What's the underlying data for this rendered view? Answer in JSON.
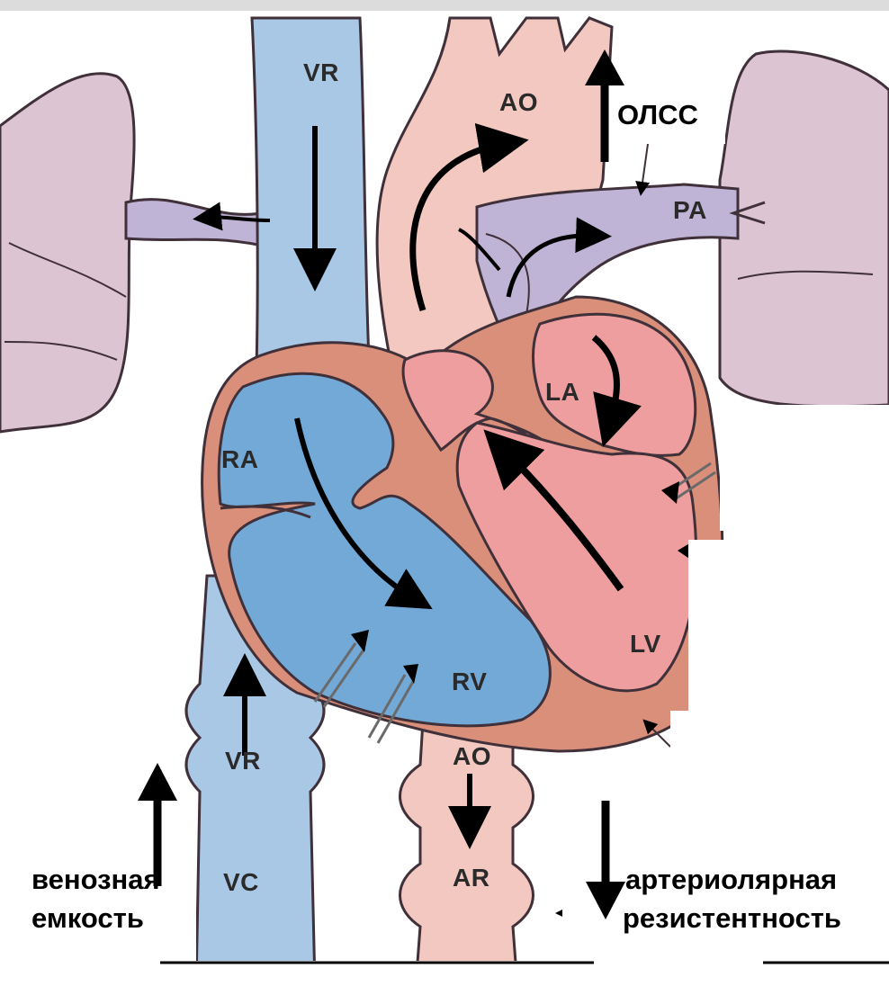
{
  "labels": {
    "vr_top": "VR",
    "ao_top": "AO",
    "pa": "PA",
    "la": "LA",
    "ra": "RA",
    "rv": "RV",
    "lv": "LV",
    "vr_bottom": "VR",
    "ao_bottom": "AO",
    "vc": "VC",
    "ar": "AR"
  },
  "annotations": {
    "olss": "ОЛСС",
    "venous_line1": "венозная",
    "venous_line2": "емкость",
    "arterial_line1": "артериолярная",
    "arterial_line2": "резистентность"
  },
  "colors": {
    "venous_blue": "#a9c8e6",
    "ventricle_blue": "#73a9d6",
    "arterial_pink": "#f2c8c0",
    "chamber_pink": "#ee9e9e",
    "myocardium": "#d98f7a",
    "lung": "#dcc4d2",
    "pulmonary_artery": "#c0b4d6",
    "outline": "#40303a",
    "frame": "#dcdcdc"
  }
}
